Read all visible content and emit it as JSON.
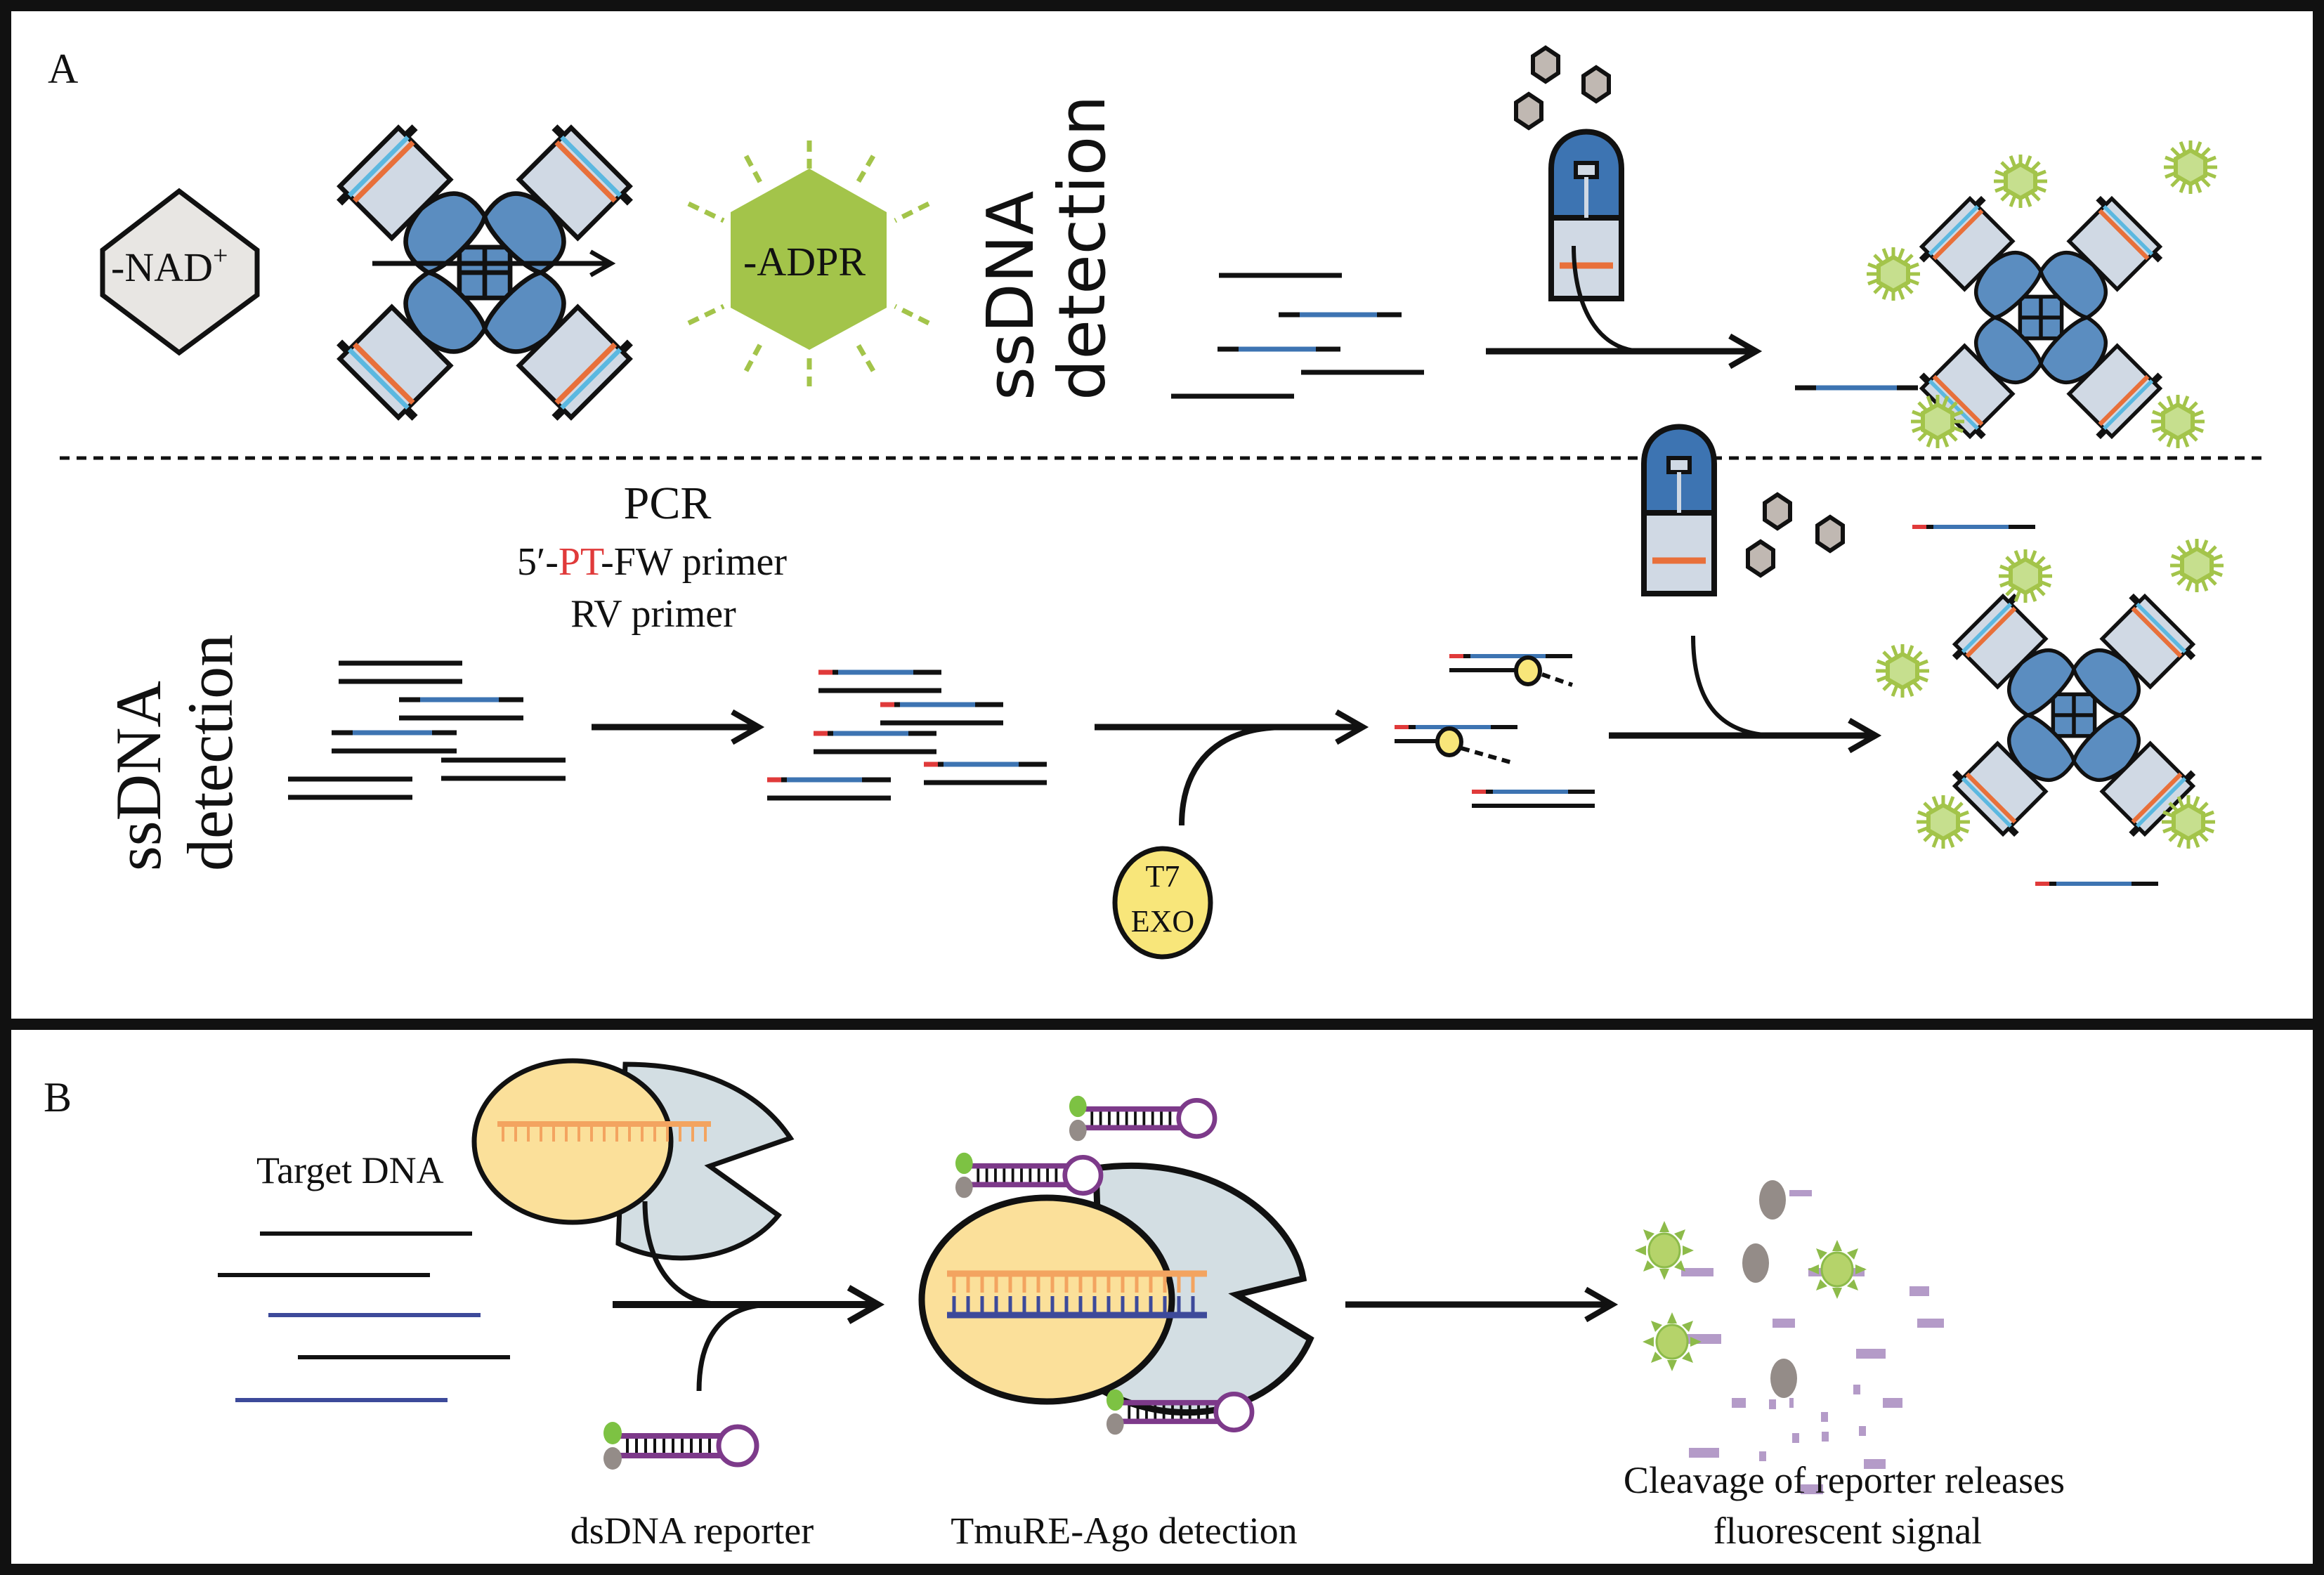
{
  "panel_a": {
    "label": "A",
    "top_row": {
      "nad_label": "-NAD",
      "nad_superscript": "+",
      "adpr_label": "-ADPR",
      "side_label_line1": "ssDNA",
      "side_label_line2": "detection"
    },
    "bottom_row": {
      "side_label_line1": "ssDNA",
      "side_label_line2": "detection",
      "pcr_title": "PCR",
      "primer_fw_prefix": "5′-",
      "primer_fw_highlight": "PT",
      "primer_fw_suffix": "-FW primer",
      "primer_rv": "RV primer",
      "enzyme_line1": "T7",
      "enzyme_line2": "EXO"
    }
  },
  "panel_b": {
    "label": "B",
    "target_dna_label": "Target DNA",
    "reporter_label": "dsDNA reporter",
    "detection_label": "TmuRE-Ago detection",
    "result_line1": "Cleavage of reporter releases",
    "result_line2": "fluorescent signal"
  },
  "colors": {
    "protein_dark_blue": "#5b8dc0",
    "protein_light": "#d0d9e4",
    "stripe_orange": "#e8703a",
    "stripe_cyan": "#5bb8e0",
    "nad_fill": "#e8e6e3",
    "adpr_green": "#a3c44a",
    "fluor_green": "#b5d36a",
    "pt_red": "#e03a3a",
    "exo_yellow": "#f8e67a",
    "ago_yellow": "#fbe09a",
    "ago_grey": "#d3dee3",
    "guide_orange": "#f3a460",
    "target_blue": "#3d4a9a",
    "reporter_purple": "#7d3a8a",
    "fragment_lilac": "#b49bc8",
    "quencher_grey": "#948c88"
  }
}
